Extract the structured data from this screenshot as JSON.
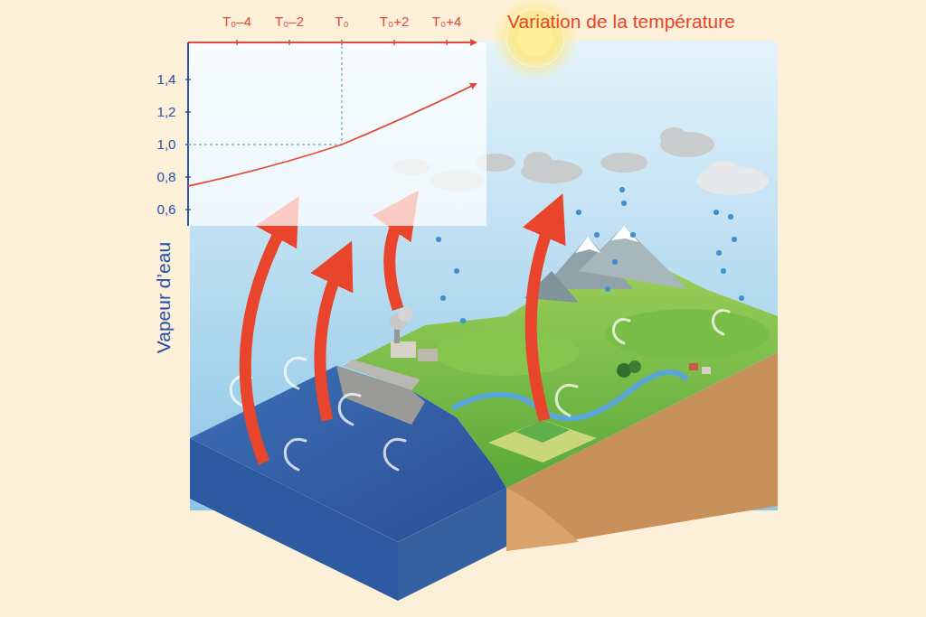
{
  "diagram": {
    "labels": [
      "T₀–4",
      "T₀–2",
      "T₀",
      "T₀+2",
      "T₀+4",
      "Variation de la température",
      "1,4",
      "1,2",
      "1,0",
      "0,8",
      "0,6",
      "Vapeur d’eau"
    ]
  }
}
